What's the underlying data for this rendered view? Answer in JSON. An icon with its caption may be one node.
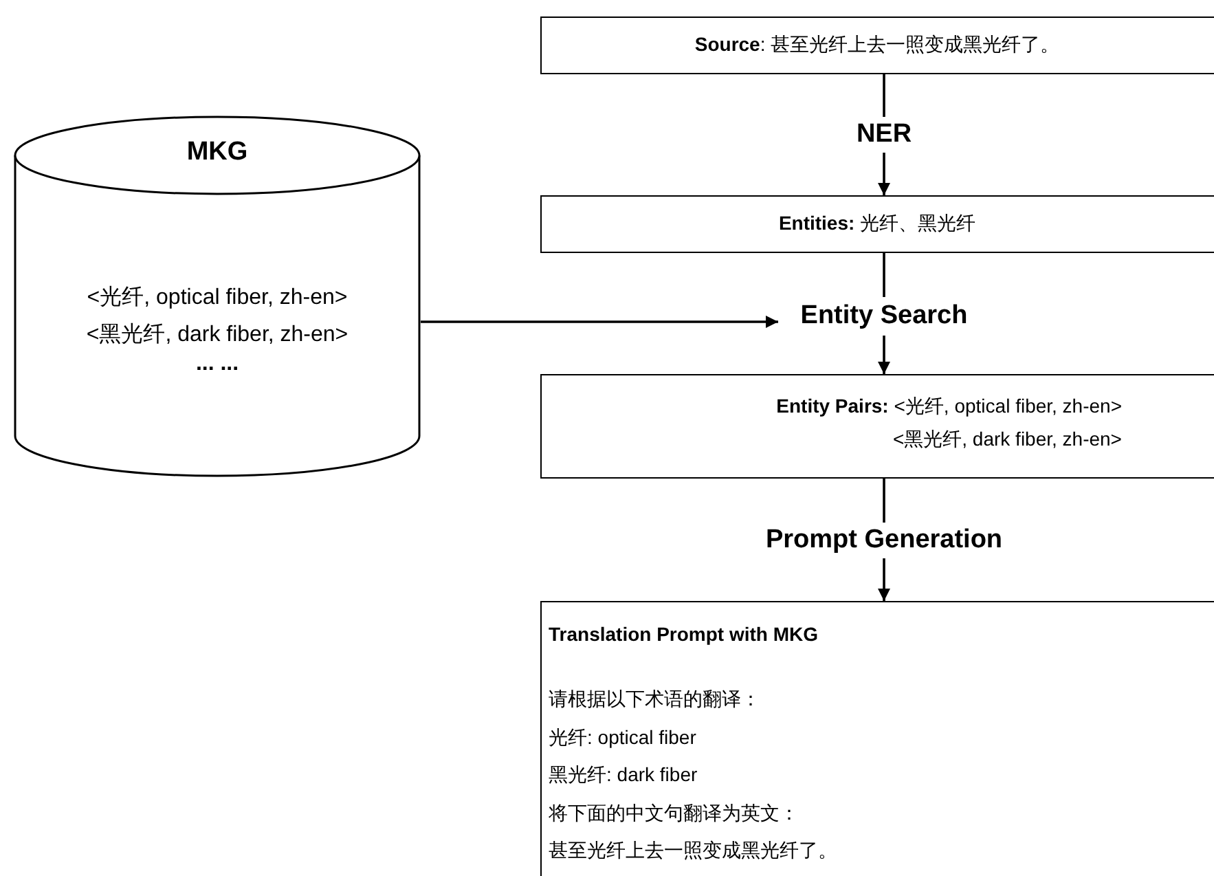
{
  "diagram": {
    "nodes": [
      {
        "text": [
          "**Source**: 甚至光纤上去一照变成黑光纤了。"
        ]
      },
      {
        "text": [
          "**Entities:** 光纤、黑光纤"
        ]
      },
      {
        "text": [
          "MKG",
          "<光纤, optical fiber, zh-en>",
          "<黑光纤, dark fiber, zh-en>",
          "... ..."
        ]
      },
      {
        "text": [
          "Entity Search"
        ]
      },
      {
        "text": [
          "**Entity Pairs:** <光纤, optical fiber, zh-en>",
          "<黑光纤, dark fiber, zh-en>"
        ]
      },
      {
        "text": [
          "Translation Prompt with MKG",
          "请根据以下术语的翻译：",
          "光纤: optical fiber",
          "黑光纤: dark fiber",
          "将下面的中文句翻译为英文：",
          "甚至光纤上去一照变成黑光纤了。"
        ]
      }
    ],
    "edges": [
      {
        "from": 0,
        "to": 1,
        "arrow": "to",
        "label": "NER"
      },
      {
        "from": 1,
        "to": 3,
        "arrow": "none"
      },
      {
        "from": 2,
        "to": 3,
        "arrow": "to"
      },
      {
        "from": 3,
        "to": 4,
        "arrow": "to"
      },
      {
        "from": 4,
        "to": 5,
        "arrow": "to",
        "label": "Prompt Generation"
      }
    ]
  }
}
